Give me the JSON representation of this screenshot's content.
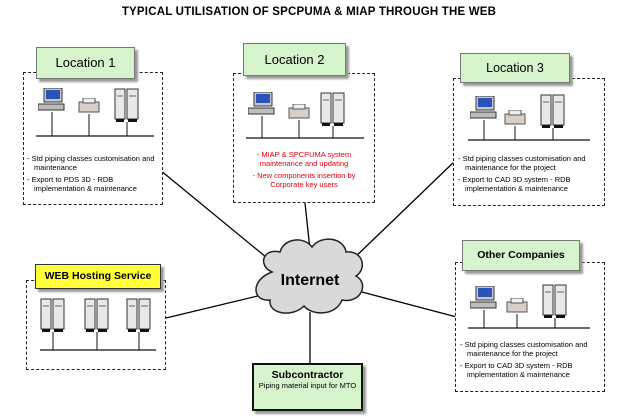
{
  "title": "TYPICAL UTILISATION OF SPCPUMA & MIAP THROUGH THE WEB",
  "center": {
    "label": "Internet"
  },
  "location1": {
    "label": "Location 1",
    "bullets": [
      "Std piping classes customisation and maintenance",
      "Export to PDS 3D - RDB implementation & maintenance"
    ]
  },
  "location2": {
    "label": "Location 2",
    "bullets": [
      "MIAP & SPCPUMA system maintenance and updating",
      "New components insertion by Corporate key users"
    ],
    "text_color": "#e8000f"
  },
  "location3": {
    "label": "Location 3",
    "bullets": [
      "Std piping classes customisation and maintenance for the project",
      "Export to CAD 3D system - RDB implementation & maintenance"
    ]
  },
  "other_companies": {
    "label": "Other Companies",
    "bullets": [
      "Std piping classes customisation and maintenance for the project",
      "Export to CAD 3D system - RDB implementation & maintenance"
    ]
  },
  "web_hosting": {
    "label": "WEB Hosting Service"
  },
  "subcontractor": {
    "label": "Subcontractor",
    "sublabel": "Piping material input for MTO"
  },
  "colors": {
    "label_green": "#d6f5cc",
    "hosting_yellow": "#ffff3b",
    "highlight_red": "#e8000f"
  },
  "icons": [
    "workstation-icon",
    "printer-icon",
    "server-icon"
  ]
}
